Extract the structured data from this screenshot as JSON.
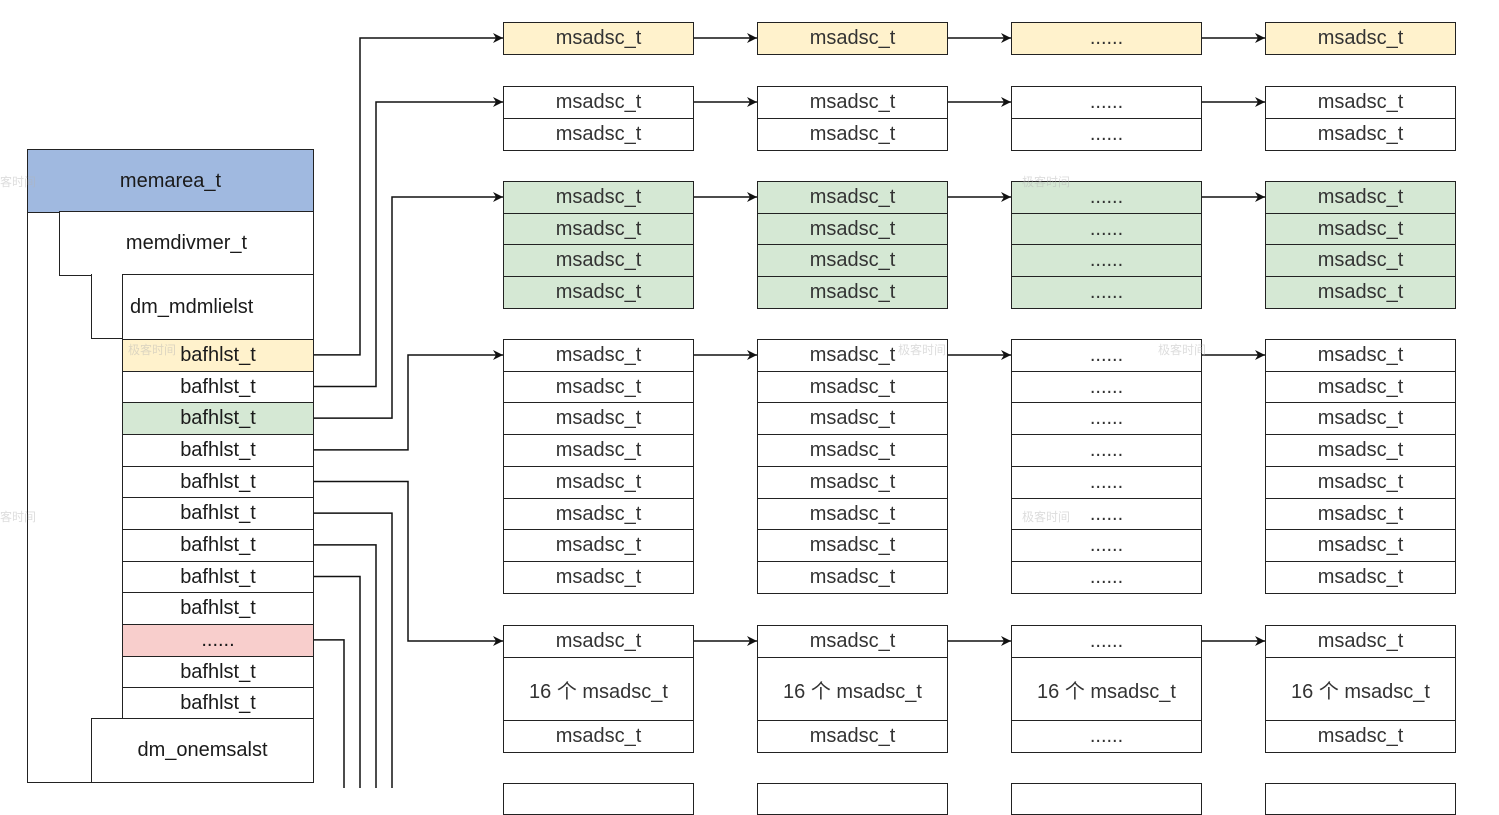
{
  "colors": {
    "memarea": "#a0b9e0",
    "yellow": "#fff2cc",
    "green": "#d5e8d4",
    "red": "#f8cecc",
    "white": "#ffffff",
    "line": "#222222"
  },
  "left_structure": {
    "memarea": "memarea_t",
    "memdivmer": "memdivmer_t",
    "mdmlielst": "dm_mdmlielst",
    "onemsalst": "dm_onemsalst",
    "bafhlst_rows": [
      {
        "label": "bafhlst_t",
        "color": "yellow"
      },
      {
        "label": "bafhlst_t",
        "color": "white"
      },
      {
        "label": "bafhlst_t",
        "color": "green"
      },
      {
        "label": "bafhlst_t",
        "color": "white"
      },
      {
        "label": "bafhlst_t",
        "color": "white"
      },
      {
        "label": "bafhlst_t",
        "color": "white"
      },
      {
        "label": "bafhlst_t",
        "color": "white"
      },
      {
        "label": "bafhlst_t",
        "color": "white"
      },
      {
        "label": "bafhlst_t",
        "color": "white"
      },
      {
        "label": "......",
        "color": "red"
      },
      {
        "label": "bafhlst_t",
        "color": "white"
      },
      {
        "label": "bafhlst_t",
        "color": "white"
      }
    ]
  },
  "chains": [
    {
      "color": "yellow",
      "columns": [
        [
          "msadsc_t"
        ],
        [
          "msadsc_t"
        ],
        [
          "......"
        ],
        [
          "msadsc_t"
        ]
      ]
    },
    {
      "color": "white",
      "columns": [
        [
          "msadsc_t",
          "msadsc_t"
        ],
        [
          "msadsc_t",
          "msadsc_t"
        ],
        [
          "......",
          "......"
        ],
        [
          "msadsc_t",
          "msadsc_t"
        ]
      ]
    },
    {
      "color": "green",
      "columns": [
        [
          "msadsc_t",
          "msadsc_t",
          "msadsc_t",
          "msadsc_t"
        ],
        [
          "msadsc_t",
          "msadsc_t",
          "msadsc_t",
          "msadsc_t"
        ],
        [
          "......",
          "......",
          "......",
          "......"
        ],
        [
          "msadsc_t",
          "msadsc_t",
          "msadsc_t",
          "msadsc_t"
        ]
      ]
    },
    {
      "color": "white",
      "columns": [
        [
          "msadsc_t",
          "msadsc_t",
          "msadsc_t",
          "msadsc_t",
          "msadsc_t",
          "msadsc_t",
          "msadsc_t",
          "msadsc_t"
        ],
        [
          "msadsc_t",
          "msadsc_t",
          "msadsc_t",
          "msadsc_t",
          "msadsc_t",
          "msadsc_t",
          "msadsc_t",
          "msadsc_t"
        ],
        [
          "......",
          "......",
          "......",
          "......",
          "......",
          "......",
          "......",
          "......"
        ],
        [
          "msadsc_t",
          "msadsc_t",
          "msadsc_t",
          "msadsc_t",
          "msadsc_t",
          "msadsc_t",
          "msadsc_t",
          "msadsc_t"
        ]
      ]
    },
    {
      "color": "white",
      "columns": [
        [
          "msadsc_t",
          "16 个 msadsc_t",
          "msadsc_t"
        ],
        [
          "msadsc_t",
          "16 个 msadsc_t",
          "msadsc_t"
        ],
        [
          "......",
          "16 个 msadsc_t",
          "......"
        ],
        [
          "msadsc_t",
          "16 个 msadsc_t",
          "msadsc_t"
        ]
      ]
    }
  ],
  "watermark": "极客时间"
}
